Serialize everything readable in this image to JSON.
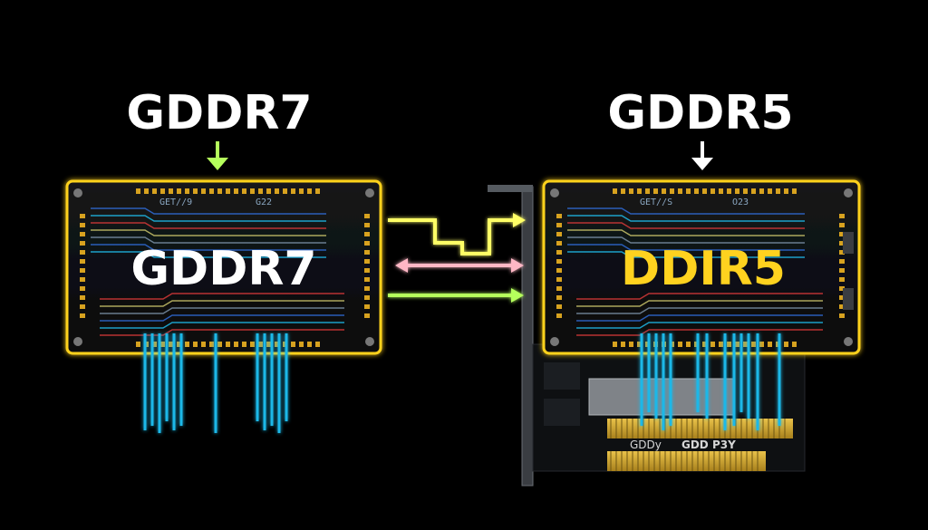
{
  "left_module": {
    "heading": "GDDR7",
    "chip_label": "GDDR7",
    "small_text_a": "GET//9",
    "small_text_b": "G22",
    "chip_label_color": "#ffffff"
  },
  "right_module": {
    "heading": "GDDR5",
    "chip_label": "DDIR5",
    "small_text_a": "GET//S",
    "small_text_b": "O23",
    "chip_label_color": "#ffd21f"
  },
  "card": {
    "brand_text_a": "GDDy",
    "brand_text_b": "GDD P3Y"
  },
  "colors": {
    "background": "#000000",
    "border_glow": "#ffd21f",
    "trace_blue": "#1fb8e8",
    "arrow_left_heading": "#b5ff5c",
    "arrow_right_heading": "#ffffff",
    "connector_top": "#ffff66",
    "connector_middle": "#ffb7c5",
    "connector_bottom": "#b5ff5c"
  }
}
